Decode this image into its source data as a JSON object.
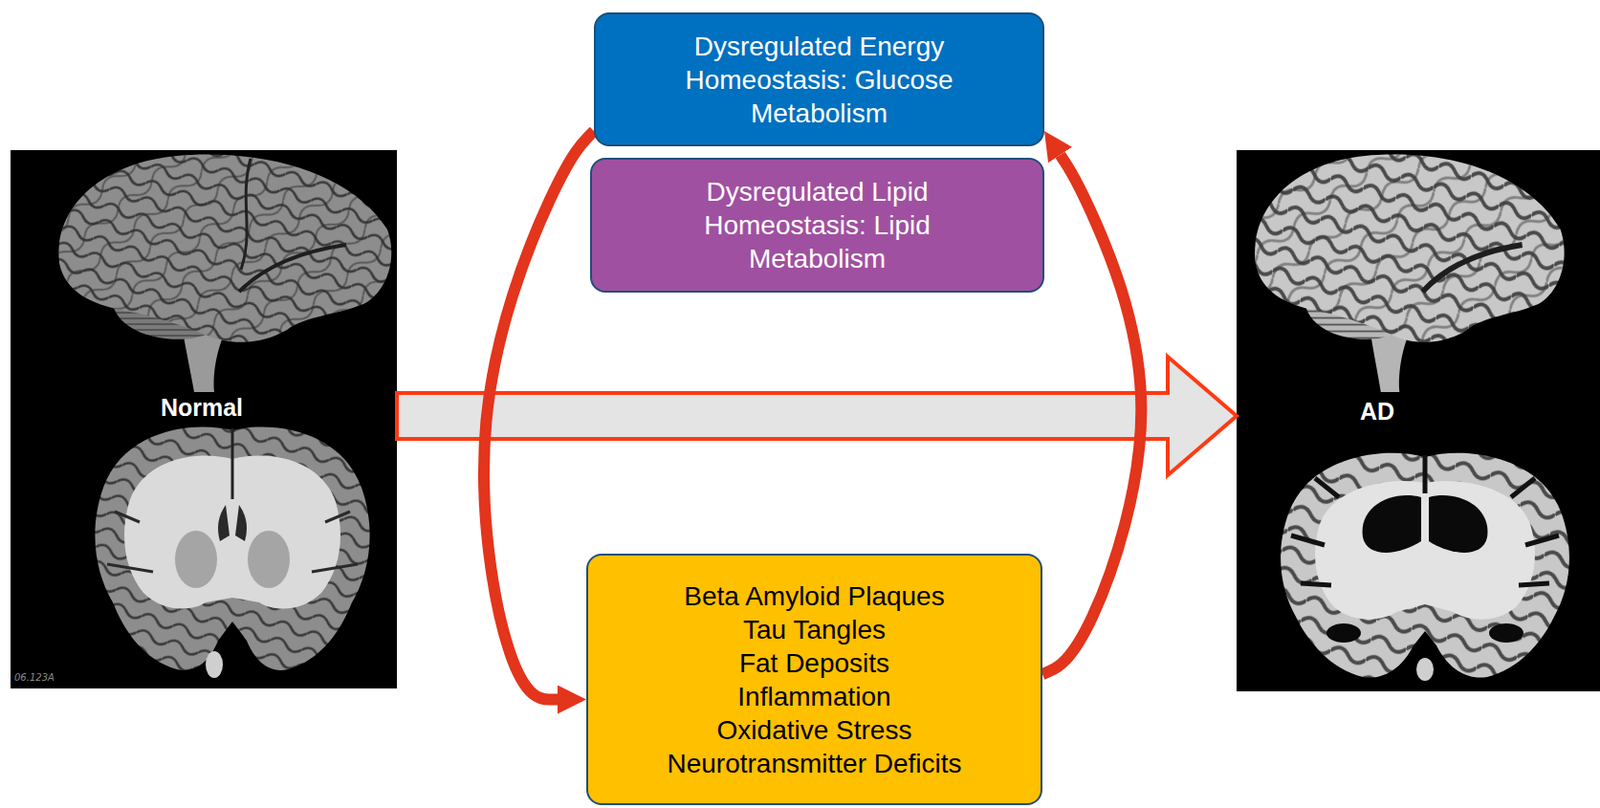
{
  "diagram": {
    "nodes": [
      {
        "text": [
          "Normal"
        ]
      },
      {
        "text": [
          "Dysregulated Energy Homeostasis: Glucose Metabolism"
        ]
      },
      {
        "text": [
          "Dysregulated Lipid Homeostasis: Lipid Metabolism"
        ]
      },
      {
        "text": [
          "Beta Amyloid Plaques",
          "Tau Tangles",
          "Fat Deposits",
          "Inflammation",
          "Oxidative Stress",
          "Neurotransmitter Deficits"
        ]
      },
      {
        "text": [
          "AD"
        ]
      }
    ],
    "edges": [
      {
        "from": 0,
        "to": 4,
        "arrow": "to"
      },
      {
        "from": 1,
        "to": 3,
        "arrow": "to"
      },
      {
        "from": 3,
        "to": 1,
        "arrow": "to"
      }
    ],
    "labels": [
      "06.123A"
    ]
  }
}
